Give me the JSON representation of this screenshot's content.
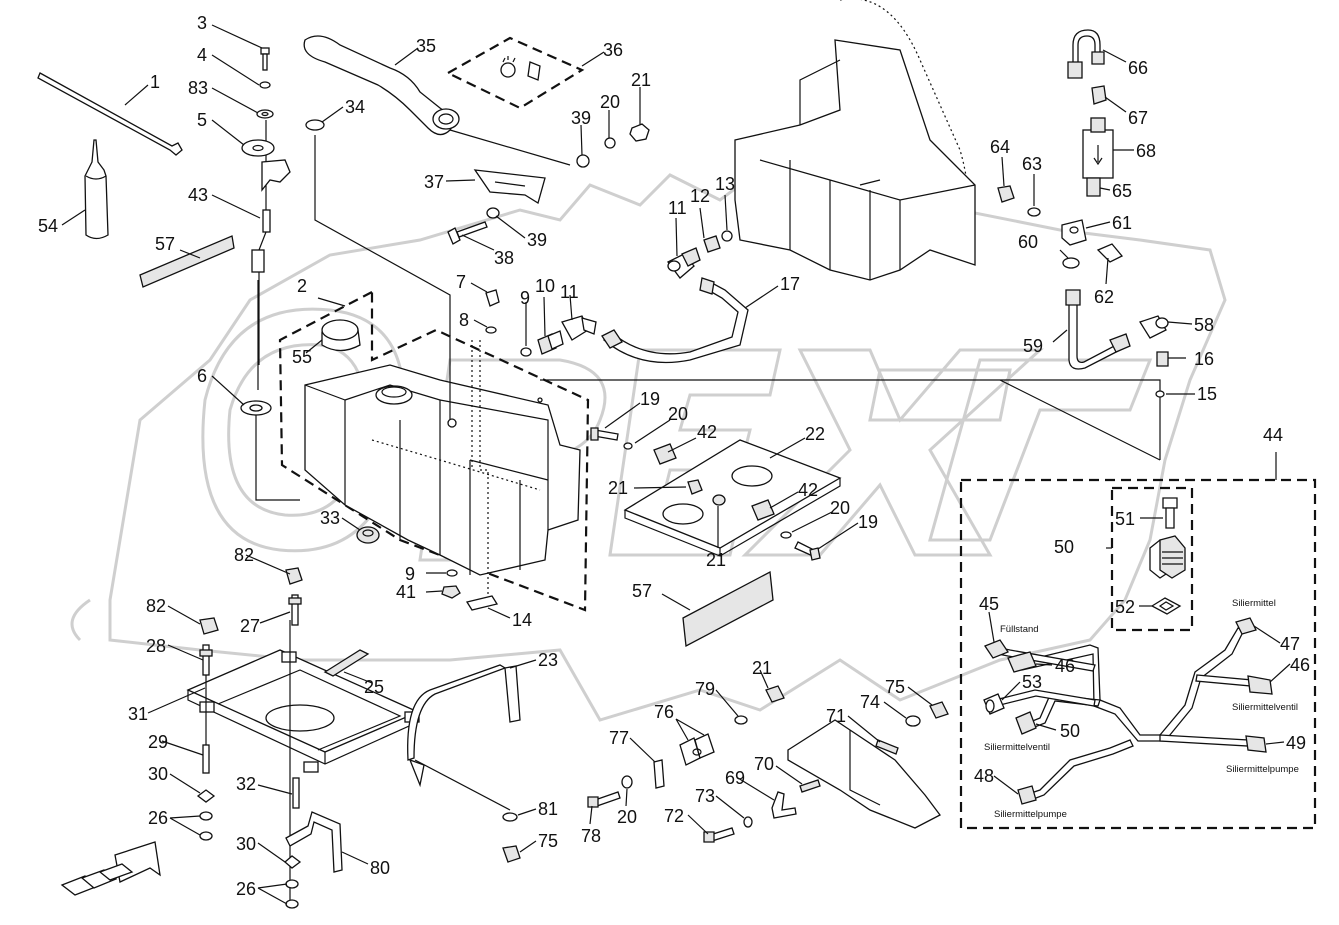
{
  "callouts": {
    "c1": "1",
    "c2": "2",
    "c3": "3",
    "c4": "4",
    "c83": "83",
    "c5": "5",
    "c43": "43",
    "c54": "54",
    "c57a": "57",
    "c6": "6",
    "c35": "35",
    "c34": "34",
    "c36": "36",
    "c21a": "21",
    "c20a": "20",
    "c39a": "39",
    "c37": "37",
    "c38": "38",
    "c39b": "39",
    "c7": "7",
    "c8": "8",
    "c9a": "9",
    "c10": "10",
    "c11a": "11",
    "c11b": "11",
    "c12": "12",
    "c13": "13",
    "c17": "17",
    "c55": "55",
    "c19a": "19",
    "c20b": "20",
    "c42a": "42",
    "c22": "22",
    "c21b": "21",
    "c42b": "42",
    "c21c": "21",
    "c20c": "20",
    "c19b": "19",
    "c33": "33",
    "c9b": "9",
    "c41": "41",
    "c14": "14",
    "c57b": "57",
    "c66": "66",
    "c67": "67",
    "c68": "68",
    "c64": "64",
    "c63": "63",
    "c65": "65",
    "c61": "61",
    "c60": "60",
    "c62": "62",
    "c58": "58",
    "c59": "59",
    "c16": "16",
    "c15": "15",
    "c44": "44",
    "c51": "51",
    "c50a": "50",
    "c52": "52",
    "c45": "45",
    "c47": "47",
    "c46a": "46",
    "c46b": "46",
    "c53": "53",
    "c50b": "50",
    "c49": "49",
    "c48": "48",
    "c82a": "82",
    "c82b": "82",
    "c27": "27",
    "c28": "28",
    "c31": "31",
    "c25": "25",
    "c23": "23",
    "c29": "29",
    "c30a": "30",
    "c26a": "26",
    "c32": "32",
    "c30b": "30",
    "c26b": "26",
    "c80": "80",
    "c81": "81",
    "c75a": "75",
    "c21d": "21",
    "c79": "79",
    "c76": "76",
    "c77": "77",
    "c78": "78",
    "c20d": "20",
    "c72": "72",
    "c73": "73",
    "c69": "69",
    "c70": "70",
    "c71": "71",
    "c74": "74",
    "c75b": "75"
  },
  "harness_labels": {
    "fuellstand": "Füllstand",
    "siliermittel": "Siliermittel",
    "siliermittelventil_a": "Siliermittelventil",
    "siliermittelventil_b": "Siliermittelventil",
    "siliermittelpumpe_a": "Siliermittelpumpe",
    "siliermittelpumpe_b": "Siliermittelpumpe"
  },
  "watermark": {
    "logo": "OREX"
  }
}
